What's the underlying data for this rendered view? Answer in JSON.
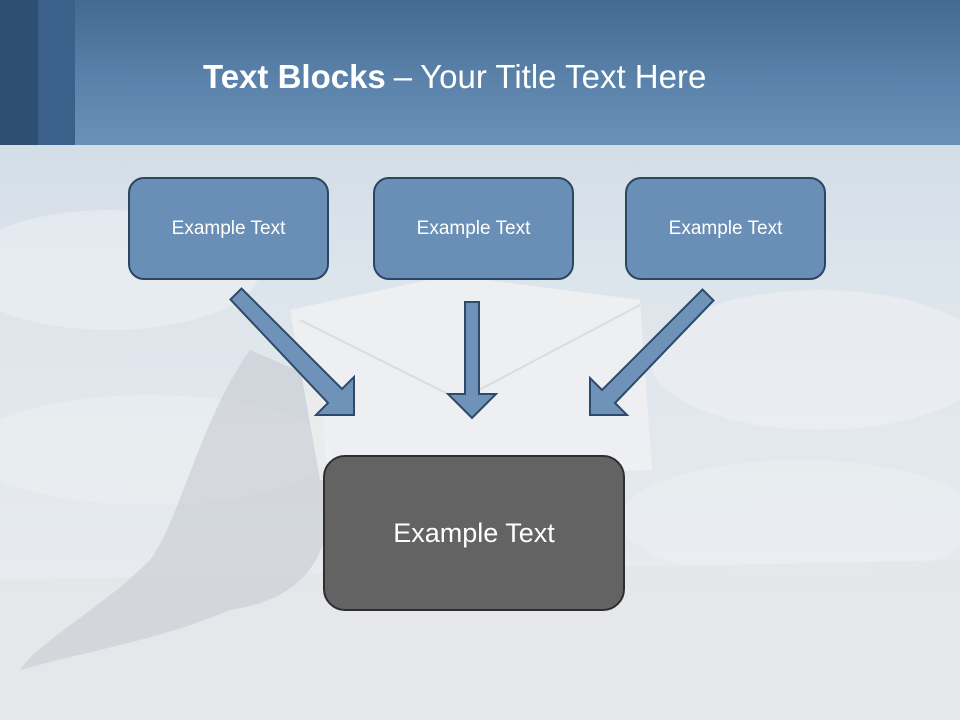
{
  "slide": {
    "title_bold": "Text Blocks",
    "title_separator": "–",
    "title_rest": "Your Title Text Here"
  },
  "diagram": {
    "top_blocks": [
      {
        "label": "Example Text"
      },
      {
        "label": "Example Text"
      },
      {
        "label": "Example Text"
      }
    ],
    "bottom_block": {
      "label": "Example Text"
    }
  },
  "colors": {
    "header": "#5a82aa",
    "block_fill": "#6a8fb6",
    "block_border": "#2b4563",
    "arrow_fill": "#6f93b8",
    "bottom_fill": "#636363"
  }
}
